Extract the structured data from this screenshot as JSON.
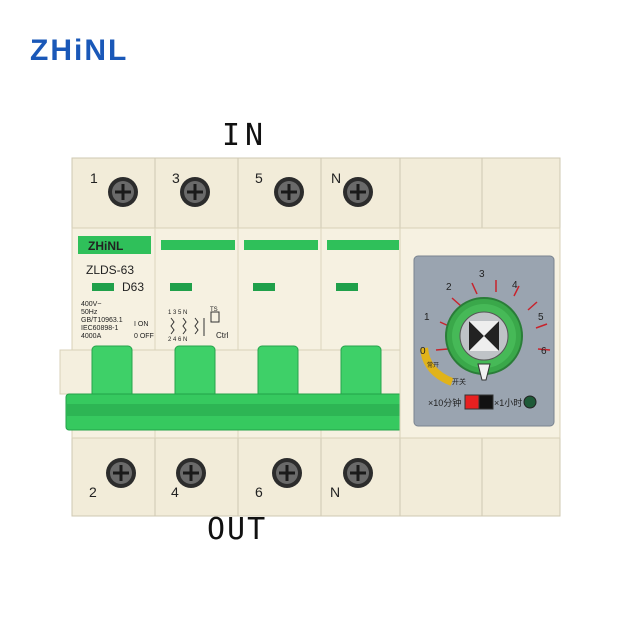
{
  "brand": {
    "logo": "ZHiNL",
    "face_logo": "ZHiNL",
    "accent": "#2fc05a",
    "logo_color": "#1a58b8"
  },
  "labels": {
    "in": "IN",
    "out": "OUT"
  },
  "terminals": {
    "top": [
      "1",
      "3",
      "5",
      "N"
    ],
    "bottom": [
      "2",
      "4",
      "6",
      "N"
    ]
  },
  "face": {
    "model": "ZLDS-63",
    "rating": "D63",
    "specs": [
      "400V~",
      "50Hz",
      "GB/T10963.1",
      "IEC60898-1",
      "4000A"
    ],
    "on_label": "I ON",
    "off_label": "0 OFF",
    "diagram_top": "1 3 5 N",
    "diagram_bottom": "2 4 6 N",
    "ts_label": "TS",
    "ctrl_label": "Ctrl"
  },
  "timer": {
    "scale": [
      "0",
      "1",
      "2",
      "3",
      "4",
      "5",
      "6"
    ],
    "mode_left": "×10分钟",
    "mode_right": "×1小时",
    "switch_label": "开关",
    "normal_label": "常开"
  }
}
